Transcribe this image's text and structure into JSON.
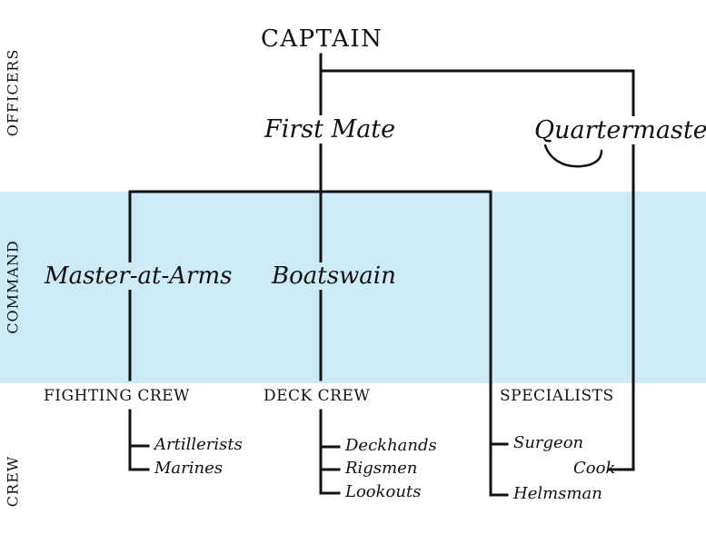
{
  "tiers": {
    "officers": "OFFICERS",
    "command": "COMMAND",
    "crew": "CREW"
  },
  "colors": {
    "command_band": "#cdeaf7",
    "lines": "#111111"
  },
  "roles": {
    "captain": "CAPTAIN",
    "first_mate": "First Mate",
    "quartermaster": "Quartermaster",
    "master_at_arms": "Master-at-Arms",
    "boatswain": "Boatswain"
  },
  "groups": {
    "fighting_crew": {
      "label": "FIGHTING CREW",
      "members": [
        "Artillerists",
        "Marines"
      ]
    },
    "deck_crew": {
      "label": "DECK CREW",
      "members": [
        "Deckhands",
        "Rigsmen",
        "Lookouts"
      ]
    },
    "specialists": {
      "label": "SPECIALISTS",
      "members": [
        "Surgeon",
        "Helmsman"
      ]
    }
  },
  "cook": "Cook"
}
